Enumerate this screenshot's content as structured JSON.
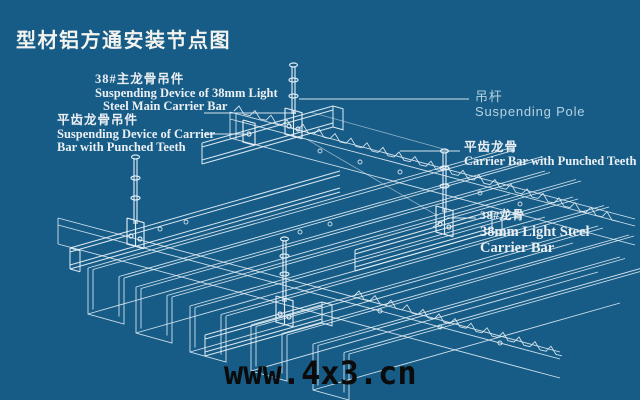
{
  "title": "型材铝方通安装节点图",
  "watermark": "www.4x3.cn",
  "colors": {
    "background": "#175C86",
    "line": "#E9F3FA",
    "title": "#F2F3EF",
    "label": "#EAEFF4",
    "pole_label": "#B5D2E2",
    "watermark": "#0B0B0B"
  },
  "labels": {
    "main_hanger": {
      "zh": "38#主龙骨吊件",
      "en1": "Suspending Device of 38mm Light",
      "en2": "Steel Main Carrier Bar"
    },
    "teeth_hanger": {
      "zh": "平齿龙骨吊件",
      "en1": "Suspending Device of Carrier",
      "en2": "Bar with Punched Teeth"
    },
    "pole": {
      "zh": "吊杆",
      "en1": "Suspending Pole"
    },
    "teeth_bar": {
      "zh": "平齿龙骨",
      "en1": "Carrier Bar with Punched Teeth"
    },
    "main_bar": {
      "zh": "38#龙骨",
      "en1": "38mm Light Steel",
      "en2": "Carrier Bar"
    }
  }
}
